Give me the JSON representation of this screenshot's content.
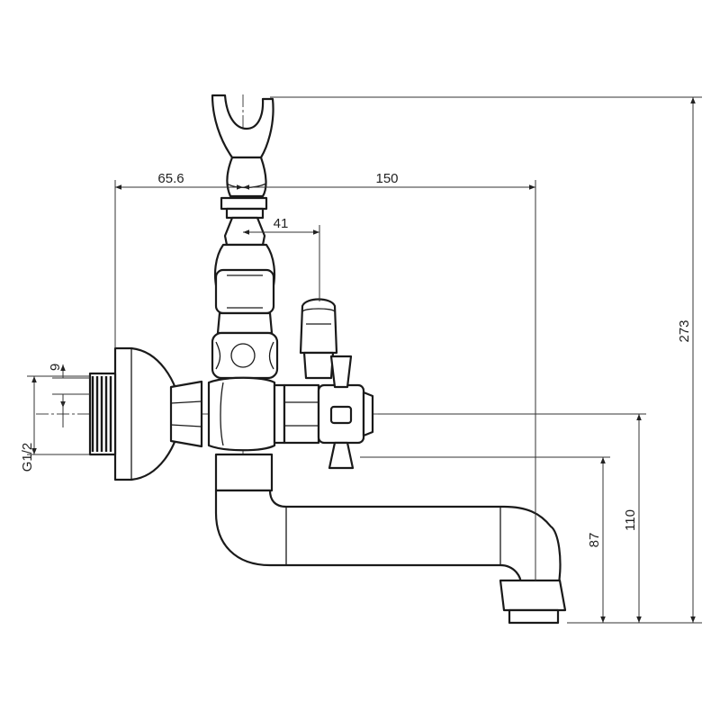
{
  "diagram": {
    "dimensions": {
      "overall_height": "273",
      "offset_left": "65.6",
      "spout_reach": "150",
      "handle_offset": "41",
      "thread_height": "9",
      "spout_center_height": "110",
      "spout_bottom_height": "87"
    },
    "thread_spec": "G1/2",
    "colors": {
      "line": "#1a1a1a",
      "background": "#ffffff"
    }
  }
}
